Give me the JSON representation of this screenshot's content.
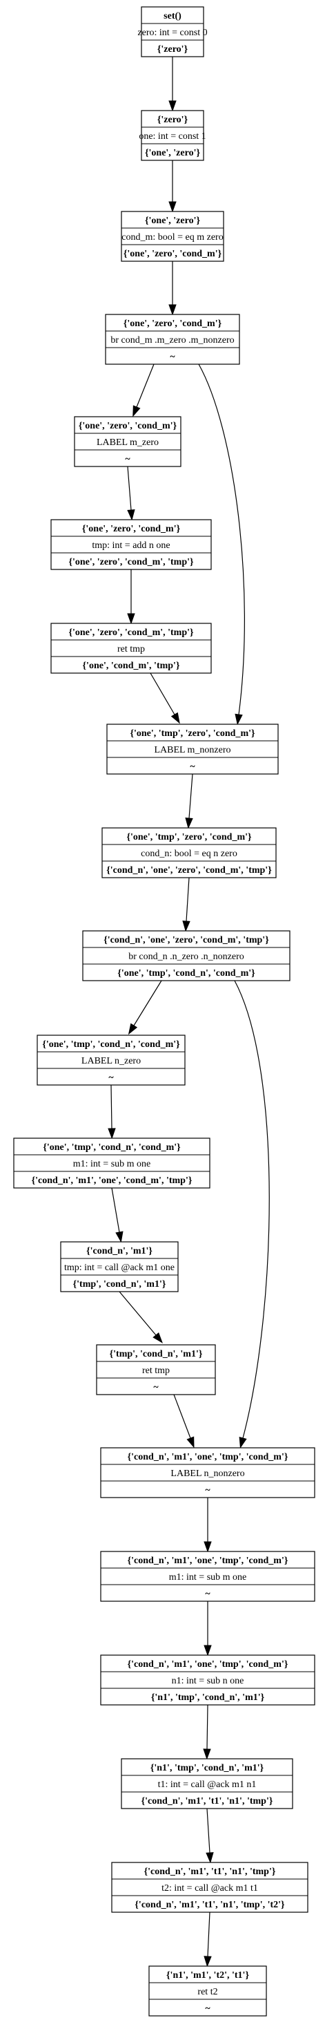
{
  "diagram": {
    "nodes": [
      {
        "id": "n1",
        "lines": [
          "set()",
          "zero: int = const 0",
          "{'zero'}"
        ]
      },
      {
        "id": "n2",
        "lines": [
          "{'zero'}",
          "one: int = const 1",
          "{'one', 'zero'}"
        ]
      },
      {
        "id": "n3",
        "lines": [
          "{'one', 'zero'}",
          "cond_m: bool = eq m zero",
          "{'one', 'zero', 'cond_m'}"
        ]
      },
      {
        "id": "n4",
        "lines": [
          "{'one', 'zero', 'cond_m'}",
          "br cond_m .m_zero .m_nonzero",
          "~"
        ]
      },
      {
        "id": "n5",
        "lines": [
          "{'one', 'zero', 'cond_m'}",
          "LABEL m_zero",
          "~"
        ]
      },
      {
        "id": "n6",
        "lines": [
          "{'one', 'zero', 'cond_m'}",
          "tmp: int = add n one",
          "{'one', 'zero', 'cond_m', 'tmp'}"
        ]
      },
      {
        "id": "n7",
        "lines": [
          "{'one', 'zero', 'cond_m', 'tmp'}",
          "ret tmp",
          "{'one', 'cond_m', 'tmp'}"
        ]
      },
      {
        "id": "n8",
        "lines": [
          "{'one', 'tmp', 'zero', 'cond_m'}",
          "LABEL m_nonzero",
          "~"
        ]
      },
      {
        "id": "n9",
        "lines": [
          "{'one', 'tmp', 'zero', 'cond_m'}",
          "cond_n: bool = eq n zero",
          "{'cond_n', 'one', 'zero', 'cond_m', 'tmp'}"
        ]
      },
      {
        "id": "n10",
        "lines": [
          "{'cond_n', 'one', 'zero', 'cond_m', 'tmp'}",
          "br cond_n .n_zero .n_nonzero",
          "{'one', 'tmp', 'cond_n', 'cond_m'}"
        ]
      },
      {
        "id": "n11",
        "lines": [
          "{'one', 'tmp', 'cond_n', 'cond_m'}",
          "LABEL n_zero",
          "~"
        ]
      },
      {
        "id": "n12",
        "lines": [
          "{'one', 'tmp', 'cond_n', 'cond_m'}",
          "m1: int = sub m one",
          "{'cond_n', 'm1', 'one', 'cond_m', 'tmp'}"
        ]
      },
      {
        "id": "n13",
        "lines": [
          "{'cond_n', 'm1'}",
          "tmp: int = call @ack m1 one",
          "{'tmp', 'cond_n', 'm1'}"
        ]
      },
      {
        "id": "n14",
        "lines": [
          "{'tmp', 'cond_n', 'm1'}",
          "ret tmp",
          "~"
        ]
      },
      {
        "id": "n15",
        "lines": [
          "{'cond_n', 'm1', 'one', 'tmp', 'cond_m'}",
          "LABEL n_nonzero",
          "~"
        ]
      },
      {
        "id": "n16",
        "lines": [
          "{'cond_n', 'm1', 'one', 'tmp', 'cond_m'}",
          "m1: int = sub m one",
          "~"
        ]
      },
      {
        "id": "n17",
        "lines": [
          "{'cond_n', 'm1', 'one', 'tmp', 'cond_m'}",
          "n1: int = sub n one",
          "{'n1', 'tmp', 'cond_n', 'm1'}"
        ]
      },
      {
        "id": "n18",
        "lines": [
          "{'n1', 'tmp', 'cond_n', 'm1'}",
          "t1: int = call @ack m1 n1",
          "{'cond_n', 'm1', 't1', 'n1', 'tmp'}"
        ]
      },
      {
        "id": "n19",
        "lines": [
          "{'cond_n', 'm1', 't1', 'n1', 'tmp'}",
          "t2: int = call @ack m1 t1",
          "{'cond_n', 'm1', 't1', 'n1', 'tmp', 't2'}"
        ]
      },
      {
        "id": "n20",
        "lines": [
          "{'n1', 'm1', 't2', 't1'}",
          "ret t2",
          "~"
        ]
      }
    ],
    "edges": [
      [
        "n1",
        "n2"
      ],
      [
        "n2",
        "n3"
      ],
      [
        "n3",
        "n4"
      ],
      [
        "n4",
        "n5"
      ],
      [
        "n4",
        "n8"
      ],
      [
        "n5",
        "n6"
      ],
      [
        "n6",
        "n7"
      ],
      [
        "n7",
        "n8"
      ],
      [
        "n8",
        "n9"
      ],
      [
        "n9",
        "n10"
      ],
      [
        "n10",
        "n11"
      ],
      [
        "n10",
        "n15"
      ],
      [
        "n11",
        "n12"
      ],
      [
        "n12",
        "n13"
      ],
      [
        "n13",
        "n14"
      ],
      [
        "n14",
        "n15"
      ],
      [
        "n15",
        "n16"
      ],
      [
        "n16",
        "n17"
      ],
      [
        "n17",
        "n18"
      ],
      [
        "n18",
        "n19"
      ],
      [
        "n19",
        "n20"
      ]
    ]
  }
}
